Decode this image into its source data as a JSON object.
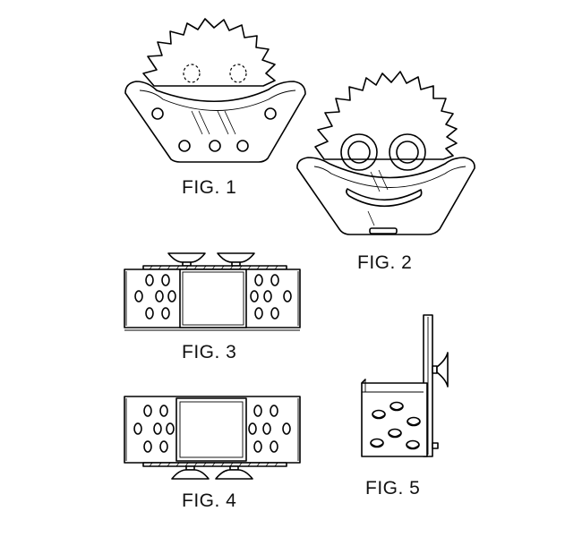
{
  "figures": [
    {
      "id": "fig1",
      "label": "FIG. 1"
    },
    {
      "id": "fig2",
      "label": "FIG. 2"
    },
    {
      "id": "fig3",
      "label": "FIG. 3"
    },
    {
      "id": "fig4",
      "label": "FIG. 4"
    },
    {
      "id": "fig5",
      "label": "FIG. 5"
    }
  ]
}
